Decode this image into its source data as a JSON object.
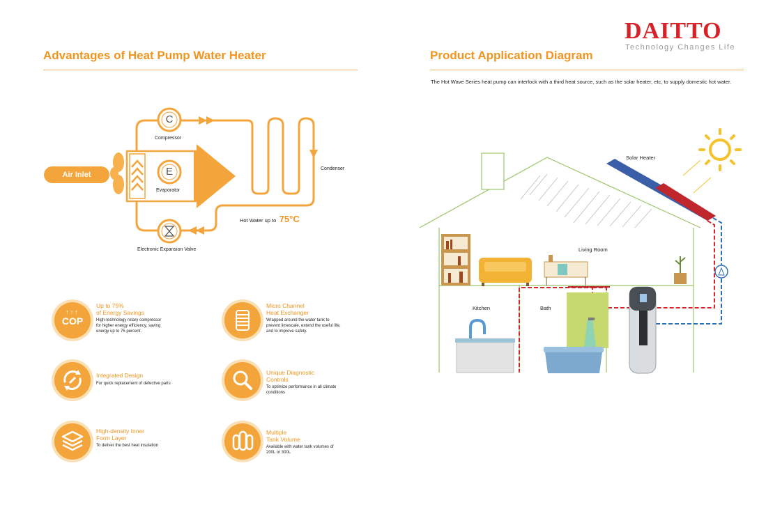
{
  "brand": {
    "name": "DAITTO",
    "tagline": "Technology Changes Life"
  },
  "left": {
    "title": "Advantages of Heat Pump Water Heater",
    "cycle": {
      "air_inlet": "Air Inlet",
      "compressor_letter": "C",
      "compressor": "Compressor",
      "evaporator_letter": "E",
      "evaporator": "Evaporator",
      "condenser": "Condenser",
      "valve": "Electronic Expansion Valve",
      "hot_water_prefix": "Hot Water up to",
      "hot_water_temp": "75°C"
    },
    "features": [
      {
        "icon": "cop-energy-icon",
        "cop_label": "COP",
        "title_line1": "Up to 75%",
        "title_line2": "of Energy Savings",
        "desc_lines": [
          "High-technology rotary compressor",
          "for higher energy efficiency, saving",
          "energy up to 75 percent."
        ]
      },
      {
        "icon": "heat-exchanger-icon",
        "title_line1": "Micro Channel",
        "title_line2": "Heat Exchanger",
        "desc_lines": [
          "Wrapped around the water tank to",
          "prevent limescale, extend the useful life,",
          "and to improve safety."
        ]
      },
      {
        "icon": "integrated-design-icon",
        "title_line1": "Integrated Design",
        "title_line2": "",
        "desc_lines": [
          "For quick replacement of defective parts"
        ]
      },
      {
        "icon": "diagnostic-search-icon",
        "title_line1": "Unique Diagnostic",
        "title_line2": "Controls",
        "desc_lines": [
          "To optimize performance in all climate",
          "conditions"
        ]
      },
      {
        "icon": "insulation-layers-icon",
        "title_line1": "High-density Inner",
        "title_line2": "Form Layer",
        "desc_lines": [
          "To deliver the best heat insulation"
        ]
      },
      {
        "icon": "tank-volume-icon",
        "title_line1": "Multiple",
        "title_line2": "Tank Volume",
        "desc_lines": [
          "Available with water tank volumes of",
          "200L or 300L"
        ]
      }
    ]
  },
  "right": {
    "title": "Product Application Diagram",
    "description": "The Hot Wave Series heat pump can interlock with a third heat source, such as the solar heater, etc, to supply domestic hot water.",
    "labels": {
      "solar_heater": "Solar Heater",
      "living_room": "Living Room",
      "kitchen": "Kitchen",
      "bath": "Bath"
    }
  },
  "colors": {
    "accent": "#f0951f",
    "accent_light": "#fbe0b5",
    "brand_red": "#d8222a",
    "house_line": "#9cc46a",
    "hot_pipe": "#d6252b",
    "cold_pipe": "#2f6fb5"
  }
}
